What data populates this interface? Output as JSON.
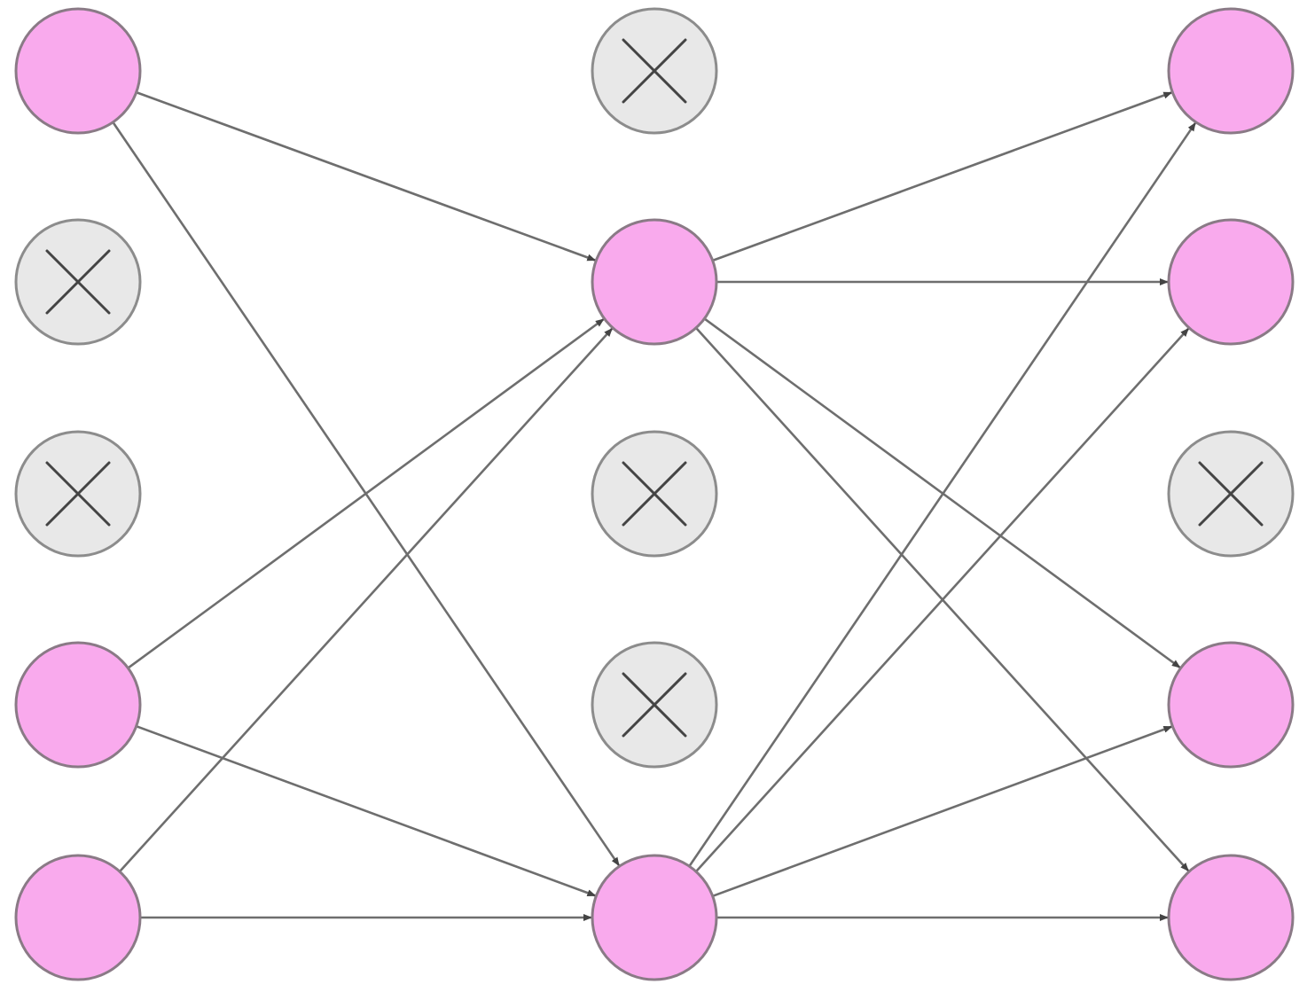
{
  "diagram": {
    "kind": "dropout neural network",
    "colors": {
      "active_fill": "#f9aaed",
      "active_stroke": "#8a7a86",
      "dropped_fill": "#e8e8e8",
      "dropped_stroke": "#8c8c8c",
      "cross": "#444444",
      "edge": "#6e6e6e",
      "background": "#ffffff"
    },
    "layers": [
      {
        "name": "input",
        "nodes": [
          "active",
          "dropped",
          "dropped",
          "active",
          "active"
        ]
      },
      {
        "name": "hidden",
        "nodes": [
          "dropped",
          "active",
          "dropped",
          "dropped",
          "active"
        ]
      },
      {
        "name": "output",
        "nodes": [
          "active",
          "active",
          "dropped",
          "active",
          "active"
        ]
      }
    ],
    "edges": [
      {
        "from": [
          0,
          0
        ],
        "to": [
          1,
          1
        ]
      },
      {
        "from": [
          0,
          0
        ],
        "to": [
          1,
          4
        ]
      },
      {
        "from": [
          0,
          3
        ],
        "to": [
          1,
          1
        ]
      },
      {
        "from": [
          0,
          3
        ],
        "to": [
          1,
          4
        ]
      },
      {
        "from": [
          0,
          4
        ],
        "to": [
          1,
          1
        ]
      },
      {
        "from": [
          0,
          4
        ],
        "to": [
          1,
          4
        ]
      },
      {
        "from": [
          1,
          1
        ],
        "to": [
          2,
          0
        ]
      },
      {
        "from": [
          1,
          1
        ],
        "to": [
          2,
          1
        ]
      },
      {
        "from": [
          1,
          1
        ],
        "to": [
          2,
          3
        ]
      },
      {
        "from": [
          1,
          1
        ],
        "to": [
          2,
          4
        ]
      },
      {
        "from": [
          1,
          4
        ],
        "to": [
          2,
          0
        ]
      },
      {
        "from": [
          1,
          4
        ],
        "to": [
          2,
          1
        ]
      },
      {
        "from": [
          1,
          4
        ],
        "to": [
          2,
          3
        ]
      },
      {
        "from": [
          1,
          4
        ],
        "to": [
          2,
          4
        ]
      }
    ]
  }
}
